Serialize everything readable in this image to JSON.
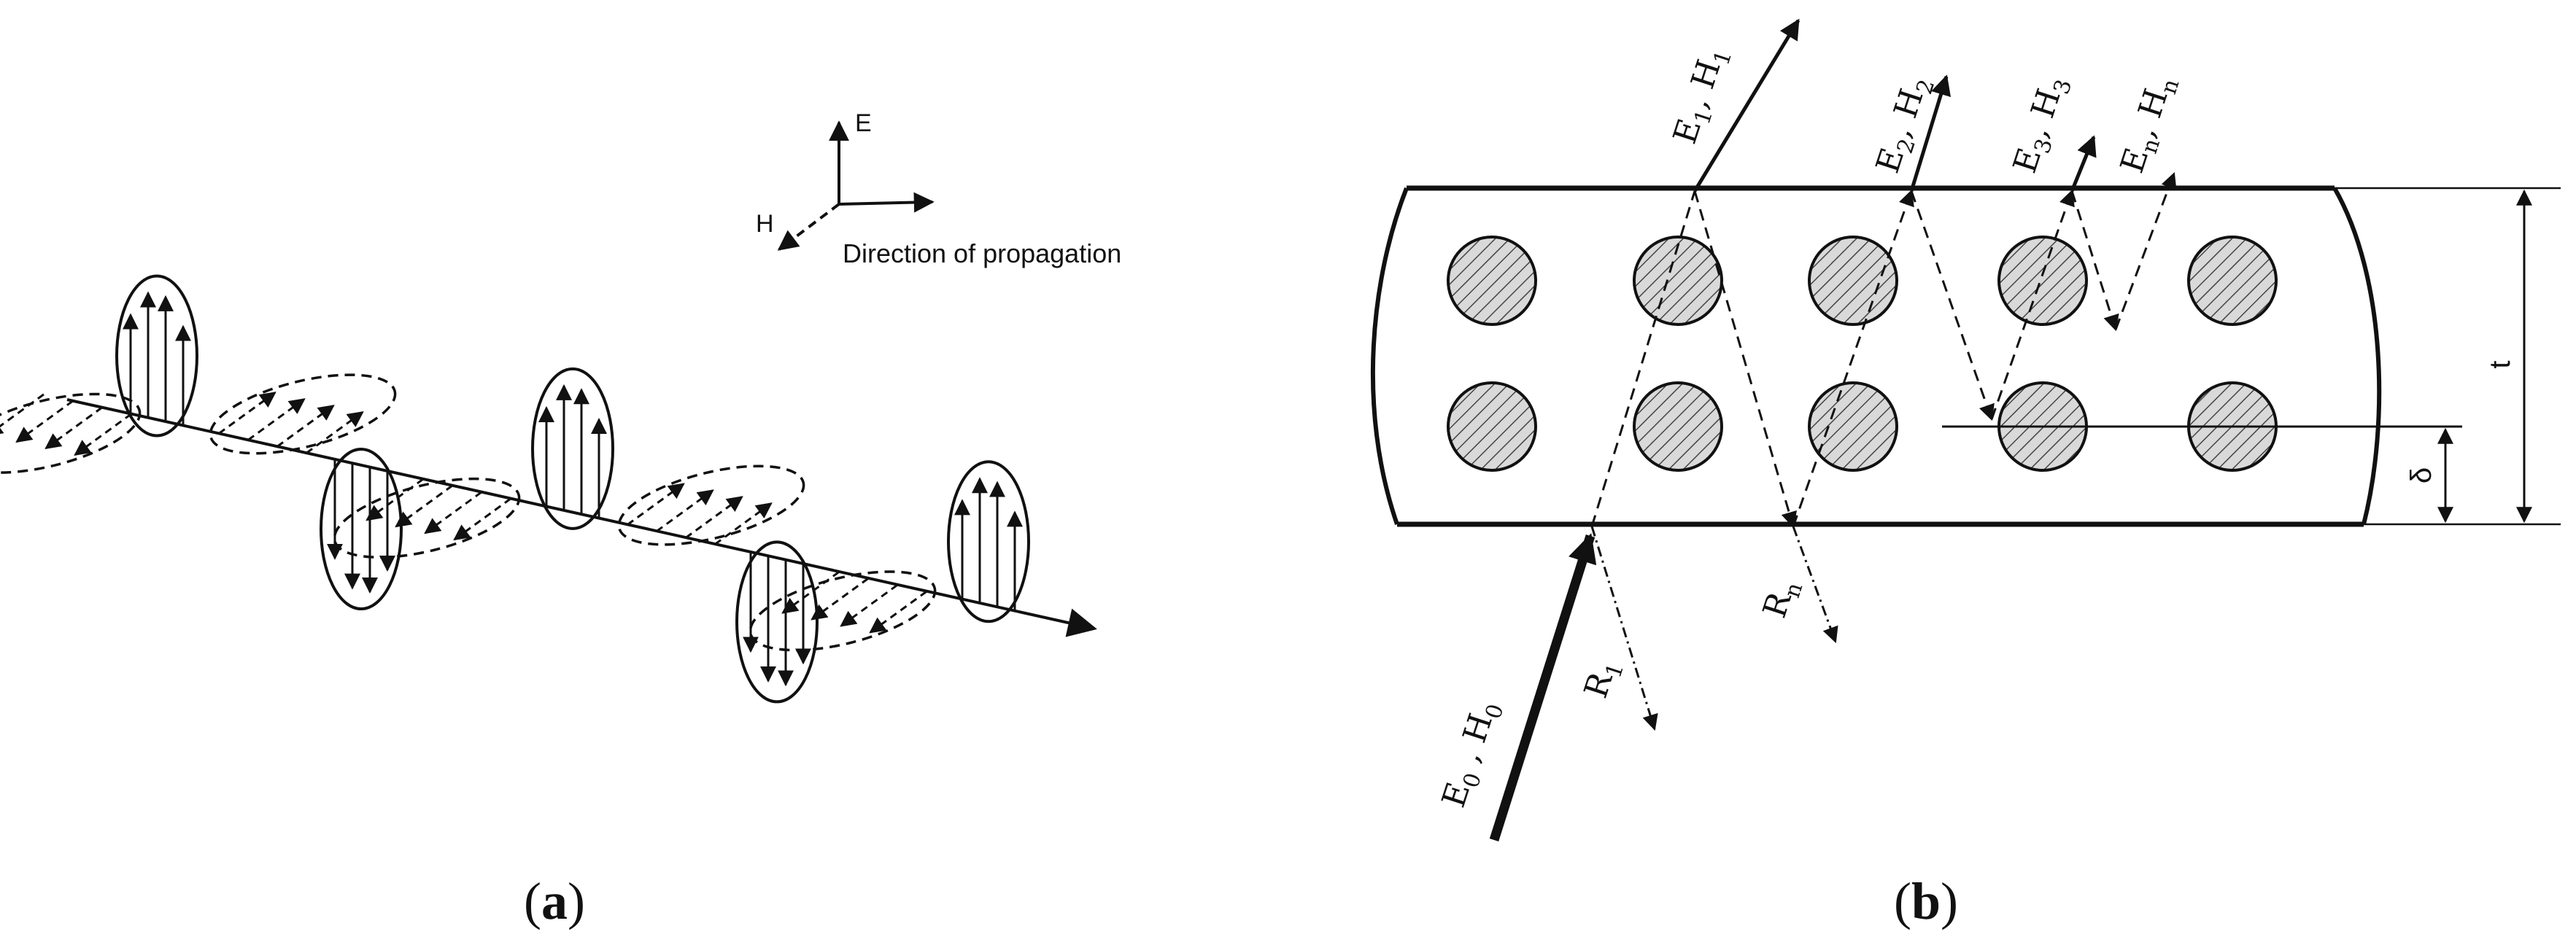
{
  "figure": {
    "panel_a": {
      "axis_e": "E",
      "axis_h": "H",
      "direction_label": "Direction of propagation",
      "caption_letter": "a"
    },
    "panel_b": {
      "label_e0": "E",
      "label_e0_sub": "0",
      "label_h0": "H",
      "label_h0_sub": "0",
      "label_e1": "E",
      "label_e1_sub": "1",
      "label_h1": "H",
      "label_h1_sub": "1",
      "label_e2": "E",
      "label_e2_sub": "2",
      "label_h2": "H",
      "label_h2_sub": "2",
      "label_e3": "E",
      "label_e3_sub": "3",
      "label_h3": "H",
      "label_h3_sub": "3",
      "label_en": "E",
      "label_en_sub": "n",
      "label_hn": "H",
      "label_hn_sub": "n",
      "label_r1": "R",
      "label_r1_sub": "1",
      "label_rn": "R",
      "label_rn_sub": "n",
      "label_t": "t",
      "label_delta": "δ",
      "caption_letter": "b"
    }
  }
}
